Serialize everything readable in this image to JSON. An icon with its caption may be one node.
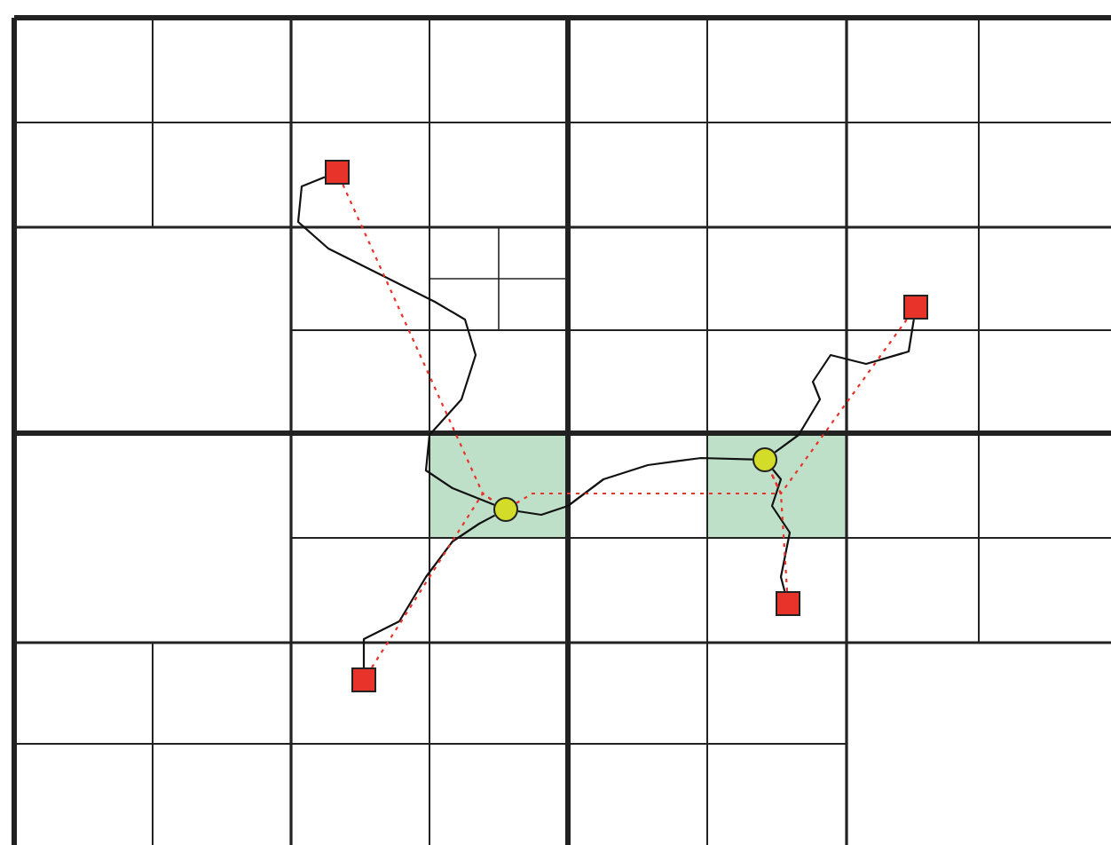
{
  "diagram": {
    "nodes": [
      {
        "text": [],
        "shape": "box"
      },
      {
        "text": [],
        "shape": "box"
      },
      {
        "text": [],
        "shape": "circle"
      },
      {
        "text": [],
        "shape": "circle"
      },
      {
        "text": [],
        "shape": "box"
      },
      {
        "text": [],
        "shape": "box"
      }
    ],
    "edges": [
      {
        "from": 0,
        "to": 2,
        "arrow": "none"
      },
      {
        "from": 4,
        "to": 2,
        "arrow": "none"
      },
      {
        "from": 2,
        "to": 3,
        "arrow": "none"
      },
      {
        "from": 3,
        "to": 1,
        "arrow": "none"
      },
      {
        "from": 3,
        "to": 5,
        "arrow": "none"
      },
      {
        "from": 0,
        "to": 2,
        "arrow": "none",
        "style": "dashed",
        "color": "#e8332a"
      },
      {
        "from": 4,
        "to": 2,
        "arrow": "none",
        "style": "dashed",
        "color": "#e8332a"
      },
      {
        "from": 2,
        "to": 3,
        "arrow": "none",
        "style": "dashed",
        "color": "#e8332a"
      },
      {
        "from": 1,
        "to": 3,
        "arrow": "none",
        "style": "dashed",
        "color": "#e8332a"
      },
      {
        "from": 5,
        "to": 3,
        "arrow": "none",
        "style": "dashed",
        "color": "#e8332a"
      }
    ]
  }
}
